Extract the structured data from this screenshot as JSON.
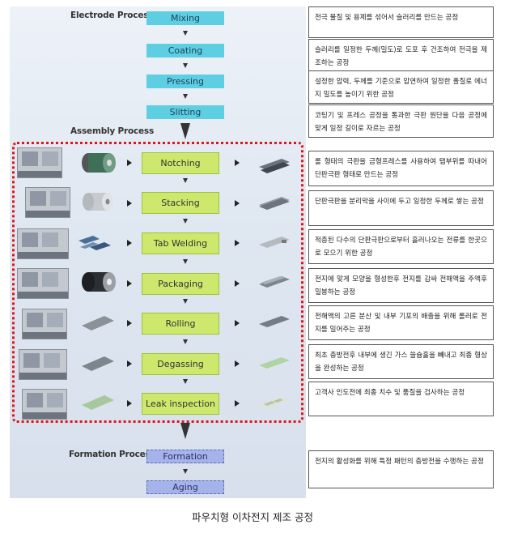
{
  "sections": {
    "electrode": "Electrode Process",
    "assembly": "Assembly Process",
    "formation": "Formation Process"
  },
  "electrode_steps": [
    {
      "label": "Mixing",
      "desc": "전극 물질 및 용제를 섞어서 슬러리를 만드는 공정"
    },
    {
      "label": "Coating",
      "desc": "슬러리를 일정한 두께(밀도)로 도포 후 건조하여 전극을 제조하는 공정"
    },
    {
      "label": "Pressing",
      "desc": "설정한 압력, 두께를 기준으로 압연하여 일정한 폴질로 에너지 밀도를 높이기 위한 공정"
    },
    {
      "label": "Slitting",
      "desc": "코팅기 및 프레스 공정을 통과한 극판 원단을 다음 공정에 맞게 일정 길이로 자르는 공정"
    }
  ],
  "assembly_steps": [
    {
      "label": "Notching",
      "desc": "롤 형태의 극판을 금형프레스를 사용하여 탭부위를 따내어 단판극판 형태로 만드는 공정"
    },
    {
      "label": "Stacking",
      "desc": "단판극판을 분리막을 사이에 두고 일정한 두께로 쌓는 공정"
    },
    {
      "label": "Tab Welding",
      "desc": "적층된 다수의 단판극판으로부터 흘러나오는 전류를 한곳으로 모으기 위한 공정"
    },
    {
      "label": "Packaging",
      "desc": "전지에 맞게 모양을 형성한후 전지를 감싸 전해액을 주액후 밀봉하는 공정"
    },
    {
      "label": "Rolling",
      "desc": "전해액의 고른 분산 및 내부 기포의 배출을 위해 롤러로 전지를 밀어주는 공정"
    },
    {
      "label": "Degassing",
      "desc": "최초 충방전후 내부에 생긴 가스 쓸슘홀을 빼내고 최종 형상을 완성하는 공정"
    },
    {
      "label": "Leak inspection",
      "desc": "고객사 인도전에 최종 치수 및 품질을 검사하는 공정"
    }
  ],
  "formation_steps": [
    {
      "label": "Formation",
      "desc": "전지의 활성화를 위해 특정 패턴의 충방전을 수행하는 공정"
    },
    {
      "label": "Aging"
    }
  ],
  "caption": "파우치형 이차전지 제조 공정"
}
